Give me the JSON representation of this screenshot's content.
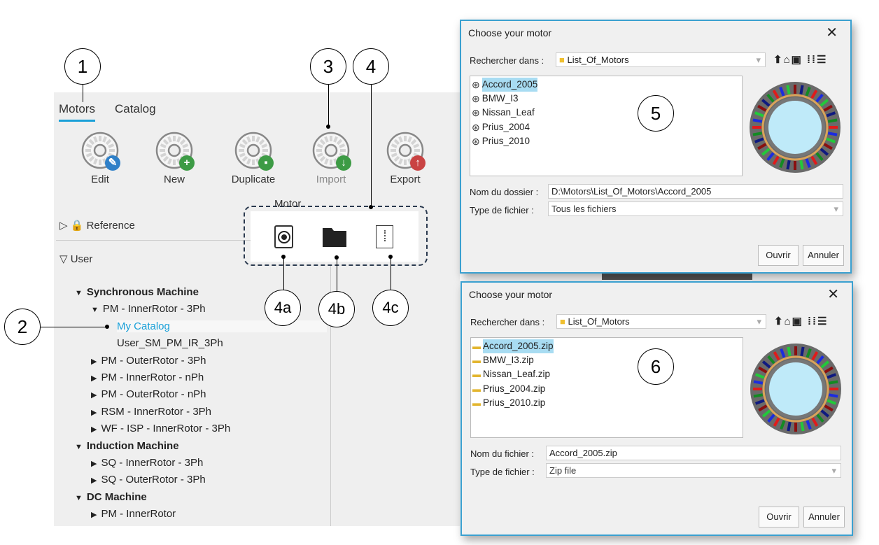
{
  "tabs": [
    {
      "label": "Motors",
      "active": true
    },
    {
      "label": "Catalog",
      "active": false
    }
  ],
  "toolbar": [
    {
      "label": "Edit",
      "badge": "✎",
      "color": "#2f80c8"
    },
    {
      "label": "New",
      "badge": "+",
      "color": "#3d9b45"
    },
    {
      "label": "Duplicate",
      "badge": "▪",
      "color": "#3d9b45"
    },
    {
      "label": "Import",
      "badge": "↓",
      "color": "#3d9b45"
    },
    {
      "label": "Export",
      "badge": "↑",
      "color": "#c94343"
    }
  ],
  "import_menu": {
    "title": "Motor",
    "items": [
      "motor-file-icon",
      "folder-icon",
      "zip-file-icon"
    ]
  },
  "sections": {
    "reference": "Reference",
    "user": "User"
  },
  "tree": [
    {
      "label": "Synchronous Machine",
      "level": 1,
      "bold": true,
      "arrow": "▼"
    },
    {
      "label": "PM - InnerRotor - 3Ph",
      "level": 2,
      "arrow": "▼"
    },
    {
      "label": "My Catalog",
      "level": 3,
      "selected": true
    },
    {
      "label": "User_SM_PM_IR_3Ph",
      "level": 3
    },
    {
      "label": "PM - OuterRotor - 3Ph",
      "level": 2,
      "arrow": "▶"
    },
    {
      "label": "PM - InnerRotor - nPh",
      "level": 2,
      "arrow": "▶"
    },
    {
      "label": "PM - OuterRotor - nPh",
      "level": 2,
      "arrow": "▶"
    },
    {
      "label": "RSM - InnerRotor - 3Ph",
      "level": 2,
      "arrow": "▶"
    },
    {
      "label": "WF - ISP - InnerRotor - 3Ph",
      "level": 2,
      "arrow": "▶"
    },
    {
      "label": "Induction Machine",
      "level": 1,
      "bold": true,
      "arrow": "▼"
    },
    {
      "label": "SQ - InnerRotor - 3Ph",
      "level": 2,
      "arrow": "▶"
    },
    {
      "label": "SQ - OuterRotor - 3Ph",
      "level": 2,
      "arrow": "▶"
    },
    {
      "label": "DC Machine",
      "level": 1,
      "bold": true,
      "arrow": "▼"
    },
    {
      "label": "PM - InnerRotor",
      "level": 2,
      "arrow": "▶"
    }
  ],
  "callouts": {
    "c1": "1",
    "c2": "2",
    "c3": "3",
    "c4": "4",
    "c4a": "4a",
    "c4b": "4b",
    "c4c": "4c",
    "c5": "5",
    "c6": "6"
  },
  "dialog1": {
    "title": "Choose your motor",
    "close": "✕",
    "look_in_label": "Rechercher dans :",
    "look_in": "List_Of_Motors",
    "files": [
      "Accord_2005",
      "BMW_I3",
      "Nissan_Leaf",
      "Prius_2004",
      "Prius_2010"
    ],
    "name_label": "Nom du dossier :",
    "name_value": "D:\\Motors\\List_Of_Motors\\Accord_2005",
    "type_label": "Type de fichier :",
    "type_value": "Tous les fichiers",
    "open": "Ouvrir",
    "cancel": "Annuler"
  },
  "dialog2": {
    "title": "Choose your motor",
    "close": "✕",
    "look_in_label": "Rechercher dans :",
    "look_in": "List_Of_Motors",
    "files": [
      "Accord_2005.zip",
      "BMW_I3.zip",
      "Nissan_Leaf.zip",
      "Prius_2004.zip",
      "Prius_2010.zip"
    ],
    "name_label": "Nom du fichier :",
    "name_value": "Accord_2005.zip",
    "type_label": "Type de fichier :",
    "type_value": "Zip file",
    "open": "Ouvrir",
    "cancel": "Annuler"
  }
}
